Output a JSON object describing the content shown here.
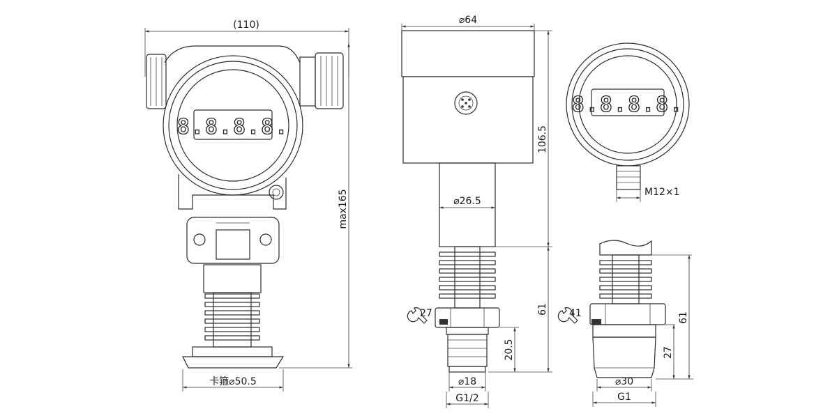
{
  "views": {
    "left": {
      "width_dim": "(110)",
      "height_dim": "max165",
      "clamp_dim": "卡箍⌀50.5",
      "display": "8.8.8.8."
    },
    "middle": {
      "head_dia": "⌀64",
      "head_height": "106.5",
      "neck_dia": "⌀26.5",
      "lower_height": "61",
      "hex": "27",
      "thread_len": "20.5",
      "tip_dia": "⌀18",
      "thread": "G1/2"
    },
    "right_top": {
      "display": "8.8.8.8.",
      "connector": "M12×1"
    },
    "right_bottom": {
      "hex": "41",
      "total_height": "61",
      "thread_len": "27",
      "tip_dia": "⌀30",
      "thread": "G1"
    }
  },
  "icons": [
    "wrench-icon",
    "wrench-icon"
  ]
}
